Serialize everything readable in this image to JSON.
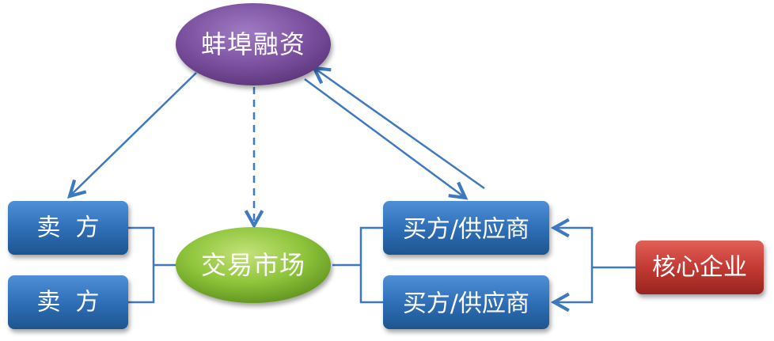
{
  "diagram": {
    "nodes": {
      "bengbu_finance": {
        "label": "蚌埠融资",
        "color": "#7b4f9e"
      },
      "seller_1": {
        "label": "卖  方",
        "color": "#2f6fb8"
      },
      "seller_2": {
        "label": "卖  方",
        "color": "#2f6fb8"
      },
      "market": {
        "label": "交易市场",
        "color": "#8cc43a"
      },
      "buyer_1": {
        "label": "买方/供应商",
        "color": "#2f6fb8"
      },
      "buyer_2": {
        "label": "买方/供应商",
        "color": "#2f6fb8"
      },
      "core_enterprise": {
        "label": "核心企业",
        "color": "#c43a33"
      }
    },
    "edges": [
      {
        "from": "bengbu_finance",
        "to": "seller_1",
        "style": "solid-arrow"
      },
      {
        "from": "bengbu_finance",
        "to": "market",
        "style": "dashed-arrow"
      },
      {
        "from": "bengbu_finance",
        "to": "buyer_1",
        "style": "solid-arrow"
      },
      {
        "from": "buyer_1",
        "to": "bengbu_finance",
        "style": "solid-arrow"
      },
      {
        "from": "seller_1",
        "to": "market",
        "style": "bracket"
      },
      {
        "from": "seller_2",
        "to": "market",
        "style": "bracket"
      },
      {
        "from": "market",
        "to": "buyer_1",
        "style": "bracket"
      },
      {
        "from": "market",
        "to": "buyer_2",
        "style": "bracket"
      },
      {
        "from": "core_enterprise",
        "to": "buyer_1",
        "style": "elbow-arrow"
      },
      {
        "from": "core_enterprise",
        "to": "buyer_2",
        "style": "elbow-arrow"
      }
    ]
  }
}
